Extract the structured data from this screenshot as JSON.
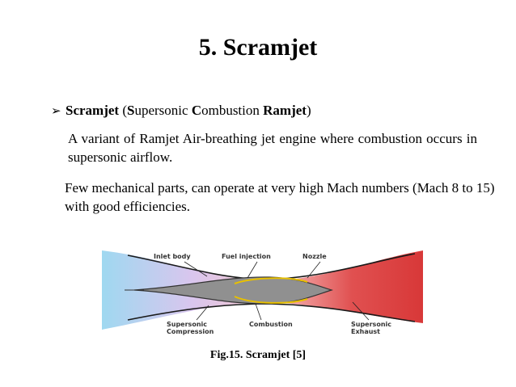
{
  "slide": {
    "title": "5. Scramjet",
    "bullet": {
      "marker": "➢",
      "term": "Scramjet",
      "open_paren": " (",
      "s": "S",
      "s_rest": "upersonic ",
      "c": "C",
      "c_rest": "ombustion ",
      "r": "Ramjet",
      "close_paren": ")"
    },
    "paragraph1": "A variant of Ramjet Air-breathing jet engine where combustion occurs in supersonic airflow.",
    "paragraph2": "Few mechanical parts, can operate at very high Mach numbers (Mach 8 to 15) with good efficiencies."
  },
  "figure": {
    "labels": {
      "inlet_body": "Inlet body",
      "fuel_injection": "Fuel injection",
      "nozzle": "Nozzle",
      "supersonic_compression_1": "Supersonic",
      "supersonic_compression_2": "Compression",
      "combustion": "Combustion",
      "supersonic_exhaust_1": "Supersonic",
      "supersonic_exhaust_2": "Exhaust"
    },
    "caption": "Fig.15. Scramjet [5]"
  }
}
